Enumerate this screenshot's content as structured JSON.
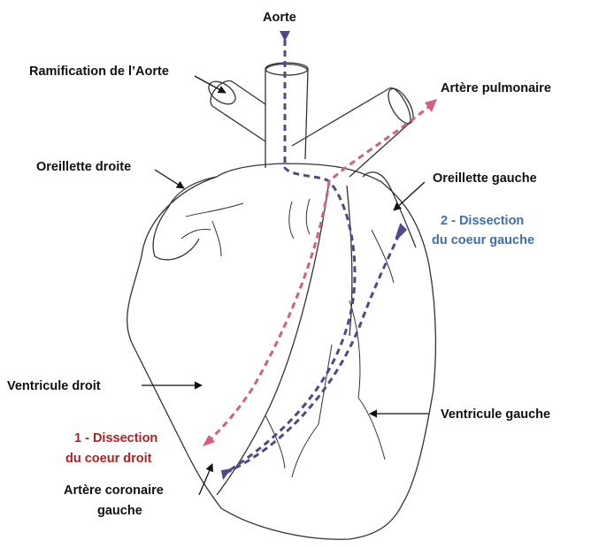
{
  "labels": {
    "aorte": "Aorte",
    "ramification": "Ramification de l’Aorte",
    "artere_pulmonaire": "Artère pulmonaire",
    "oreillette_droite": "Oreillette droite",
    "oreillette_gauche": "Oreillette gauche",
    "dissection_gauche_1": "2 - Dissection",
    "dissection_gauche_2": "du coeur gauche",
    "ventricule_droit": "Ventricule droit",
    "ventricule_gauche": "Ventricule gauche",
    "dissection_droit_1": "1 - Dissection",
    "dissection_droit_2": "du coeur droit",
    "artere_coronaire_1": "Artère coronaire",
    "artere_coronaire_2": "gauche"
  },
  "colors": {
    "outline": "#333333",
    "left_dissection_path": "#4b4b8c",
    "right_dissection_path": "#d4607a",
    "left_dissection_text": "#3c6fae",
    "right_dissection_text": "#b02222"
  }
}
